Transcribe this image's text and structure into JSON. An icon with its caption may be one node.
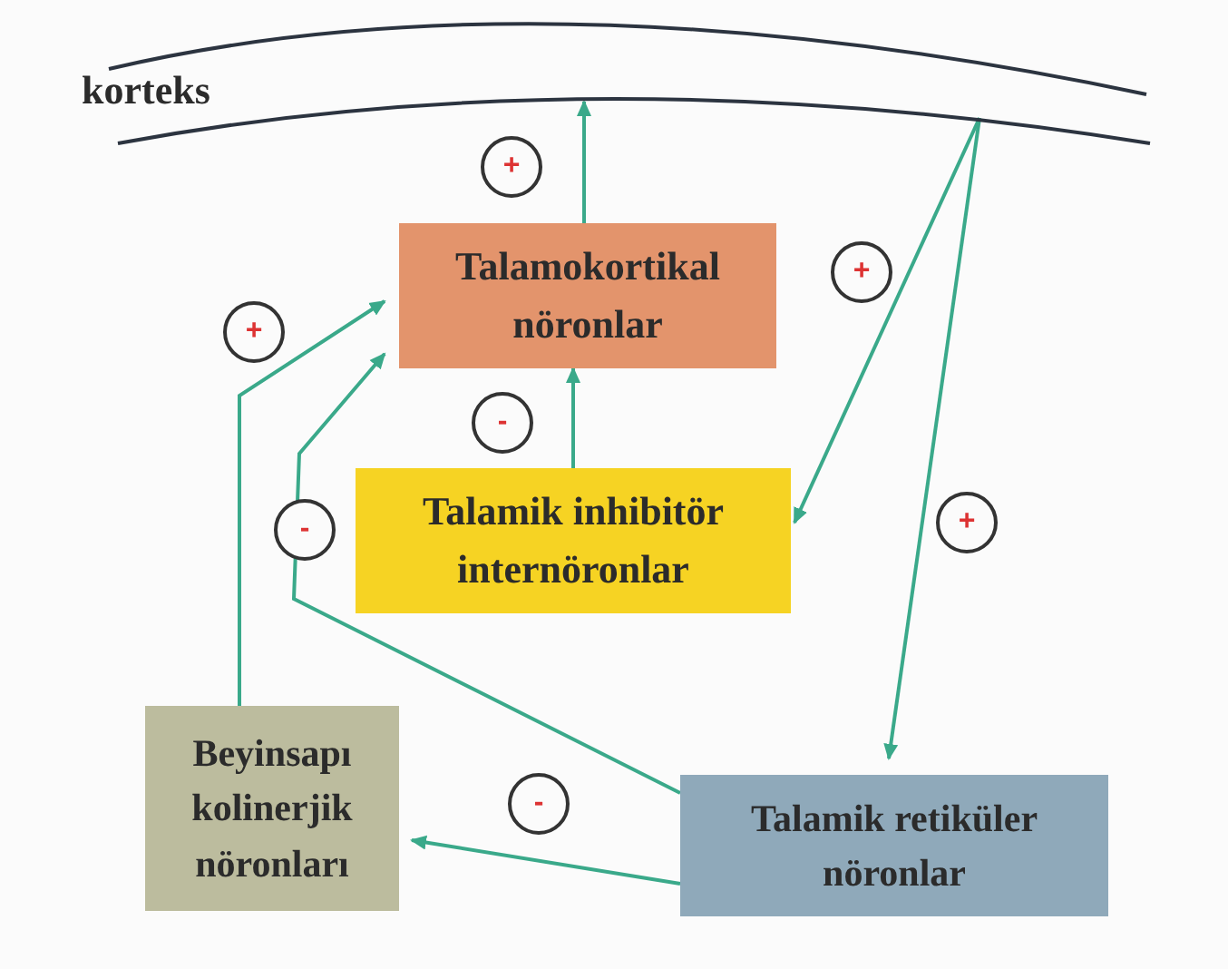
{
  "diagram": {
    "nodes": [
      {
        "text": [
          "korteks"
        ]
      },
      {
        "text": [
          "Talamokortikal nöronlar"
        ]
      },
      {
        "text": [
          "Talamik inhibitör internöronlar"
        ]
      },
      {
        "text": [
          "Beyinsapı kolinerjik nöronları"
        ]
      },
      {
        "text": [
          "Talamik retiküler nöronlar"
        ]
      }
    ],
    "edges": [
      {
        "from": 1,
        "to": 0,
        "arrow": "to",
        "label": "+"
      },
      {
        "from": 2,
        "to": 1,
        "arrow": "to",
        "label": "-"
      },
      {
        "from": 3,
        "to": 1,
        "arrow": "to",
        "label": "+"
      },
      {
        "from": 4,
        "to": 1,
        "arrow": "to",
        "label": "-"
      },
      {
        "from": 0,
        "to": 2,
        "arrow": "to",
        "label": "+"
      },
      {
        "from": 0,
        "to": 4,
        "arrow": "to",
        "label": "+"
      },
      {
        "from": 4,
        "to": 3,
        "arrow": "to",
        "label": "-"
      }
    ]
  }
}
